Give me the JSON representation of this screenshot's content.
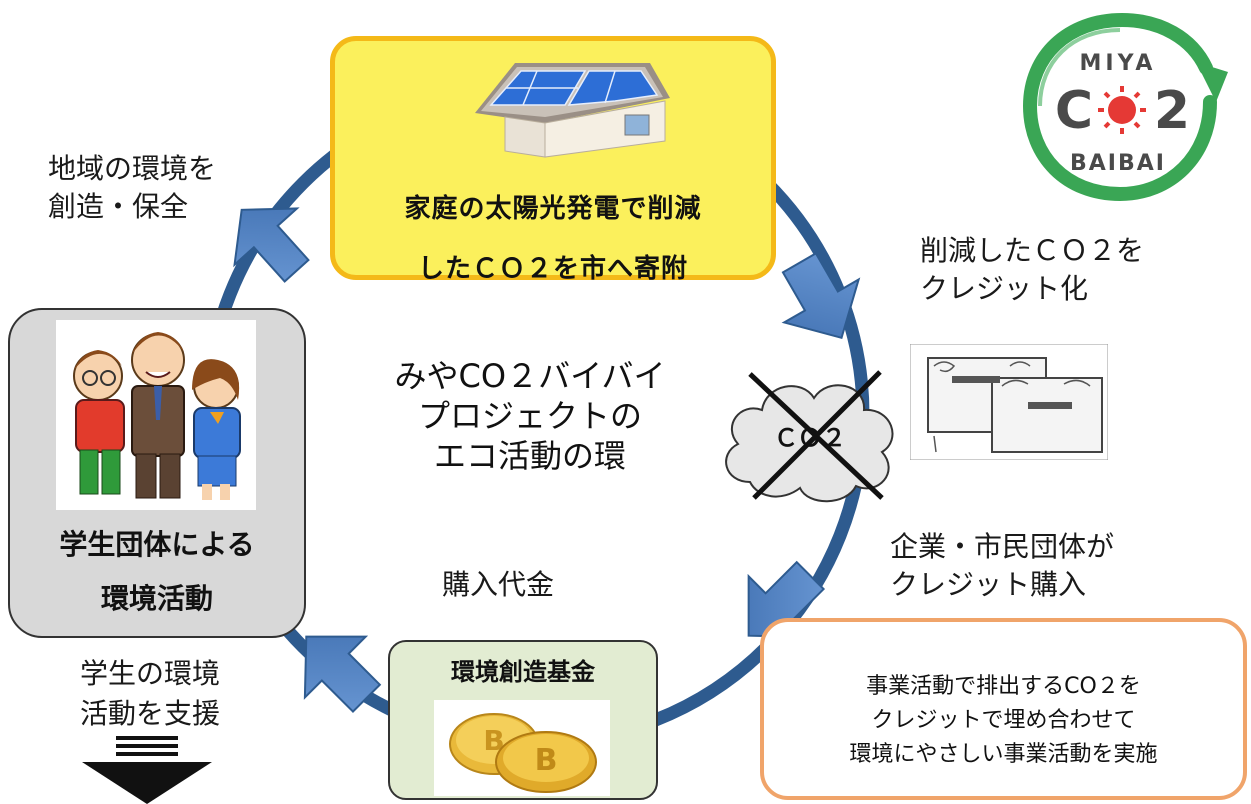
{
  "center_title": [
    "みやCO２バイバイ",
    "プロジェクトの",
    "エコ活動の環"
  ],
  "boxes": {
    "solar": [
      "家庭の太陽光発電で削減",
      "したＣＯ２を市へ寄附"
    ],
    "student": [
      "学生団体による",
      "環境活動"
    ],
    "fund": "環境創造基金",
    "business": [
      "事業活動で排出するCO２を",
      "クレジットで埋め合わせて",
      "環境にやさしい事業活動を実施"
    ]
  },
  "labels": {
    "environment": [
      "地域の環境を",
      "創造・保全"
    ],
    "credit": [
      "削減したＣＯ２を",
      "クレジット化"
    ],
    "purchase": [
      "企業・市民団体が",
      "クレジット購入"
    ],
    "payment": "購入代金",
    "support": [
      "学生の環境",
      "活動を支援"
    ]
  },
  "cloud_text": "ＣＯ２",
  "logo": {
    "top": "MIYA",
    "co": "C",
    "two": "2",
    "bottom": "BAIBAI"
  },
  "colors": {
    "ring": "#2e5b8f",
    "arrow": "#4a7bc0",
    "solar_fill": "#fbf05c",
    "solar_border": "#f4b918",
    "fund_fill": "#e2ecd2",
    "business_border": "#f0a46a",
    "logo_green": "#3aa655"
  }
}
